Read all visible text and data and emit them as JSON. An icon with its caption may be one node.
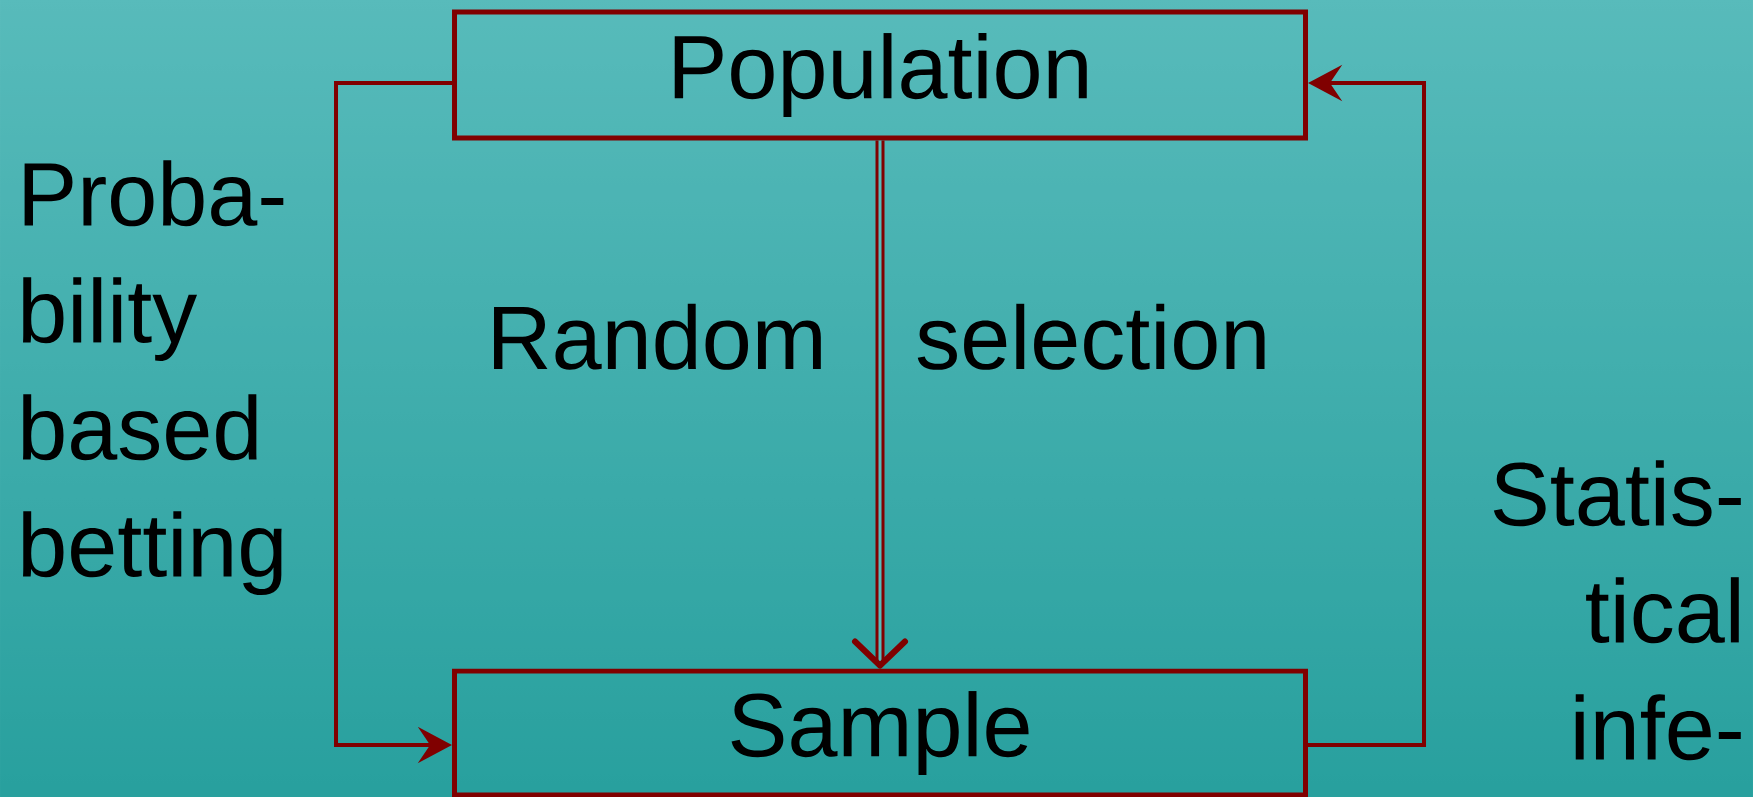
{
  "diagram": {
    "nodes": [
      {
        "text": [
          "Population"
        ]
      },
      {
        "text": [
          "Sample"
        ]
      }
    ],
    "edges": [
      {
        "from": 0,
        "to": 1,
        "arrow": "to",
        "label": "Proba- bility based betting"
      },
      {
        "from": 1,
        "to": 0,
        "arrow": "to",
        "label": "Statis- tical infe-"
      },
      {
        "from": 0,
        "to": 1,
        "arrow": "to",
        "style": "thick"
      }
    ],
    "labels": [
      "Random",
      "selection"
    ]
  }
}
